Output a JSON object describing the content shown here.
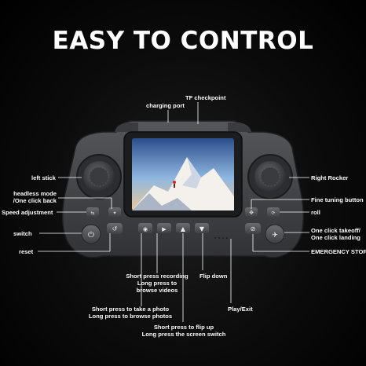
{
  "headline": "EASY TO CONTROL",
  "labels": {
    "tf_checkpoint": "TF checkpoint",
    "charging_port": "charging port",
    "left_stick": "left stick",
    "headless_mode_1": "headless mode",
    "headless_mode_2": "/One click back",
    "speed_adjustment": "Speed adjustment",
    "switch": "switch",
    "reset": "reset",
    "right_rocker": "Right Rocker",
    "fine_tuning": "Fine tuning button",
    "roll": "roll",
    "takeoff_1": "One click takeoff/",
    "takeoff_2": "One click landing",
    "emergency_stop": "EMERGENCY STOP",
    "recording_1": "Short press recording",
    "recording_2": "Long press to",
    "recording_3": "browse videos",
    "flip_down": "Flip down",
    "play_exit": "Play/Exit",
    "photo_1": "Short press to take a photo",
    "photo_2": "Long press to browse photos",
    "flip_up_1": "Short press to flip up",
    "flip_up_2": "Long press the screen switch"
  },
  "colors": {
    "body": "#4a4b4d",
    "body_dark": "#2d2e30",
    "button": "#5c5d60",
    "accent_line": "#ffffff"
  },
  "icons": {
    "power": "power-icon",
    "reset": "reset-arrow-icon",
    "camera": "camera-icon",
    "record": "video-icon",
    "flip_up": "up-arrow-icon",
    "flip_down": "down-arrow-icon",
    "takeoff": "takeoff-icon",
    "headless": "headless-icon",
    "speed": "speed-icon"
  }
}
